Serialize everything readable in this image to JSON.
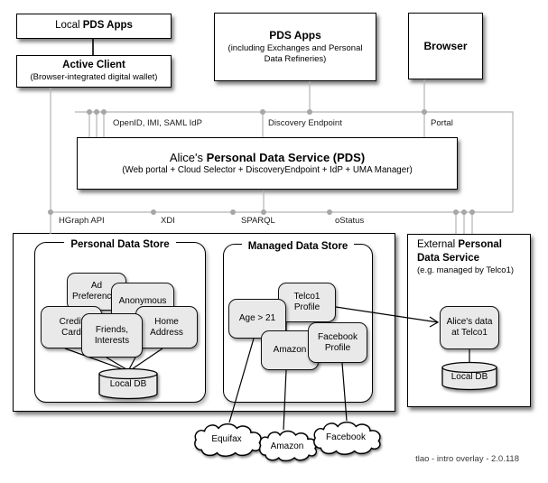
{
  "boxes": {
    "local_pds_apps": {
      "prefix": "Local ",
      "title": "PDS Apps"
    },
    "active_client": {
      "title": "Active Client",
      "subtitle": "(Browser-integrated digital wallet)"
    },
    "pds_apps": {
      "title": "PDS Apps",
      "subtitle": "(including Exchanges and Personal Data Refineries)"
    },
    "browser": {
      "title": "Browser"
    },
    "pds": {
      "prefix": "Alice's ",
      "title": "Personal Data Service (PDS)",
      "subtitle": "(Web portal + Cloud Selector + DiscoveryEndpoint + IdP + UMA Manager)"
    }
  },
  "upper_bus_labels": [
    {
      "text": "OpenID, IMI, SAML IdP"
    },
    {
      "text": "Discovery Endpoint"
    },
    {
      "text": "Portal"
    }
  ],
  "lower_bus_labels": [
    {
      "text": "HGraph API"
    },
    {
      "text": "XDI"
    },
    {
      "text": "SPARQL"
    },
    {
      "text": "oStatus"
    }
  ],
  "personal_store": {
    "title": "Personal Data Store",
    "items": [
      {
        "label": "Ad\nPreferences"
      },
      {
        "label": "Anonymous"
      },
      {
        "label": "Credit\nCard"
      },
      {
        "label": "Friends,\nInterests"
      },
      {
        "label": "Home\nAddress"
      }
    ],
    "db": "Local DB"
  },
  "managed_store": {
    "title": "Managed Data Store",
    "items": [
      {
        "label": "Telco1\nProfile"
      },
      {
        "label": "Age > 21"
      },
      {
        "label": "Amazon"
      },
      {
        "label": "Facebook\nProfile"
      }
    ]
  },
  "external_service": {
    "prefix": "External ",
    "title": "Personal Data Service",
    "subtitle": "(e.g. managed by Telco1)",
    "node": "Alice's data\nat Telco1",
    "db": "Local DB"
  },
  "clouds": [
    {
      "label": "Equifax"
    },
    {
      "label": "Amazon"
    },
    {
      "label": "Facebook"
    }
  ],
  "footer": "tlao - intro overlay - 2.0.118",
  "colors": {
    "bus_line": "#b3b3b3",
    "bus_dot": "#a6a6a6",
    "node_fill": "#e9e9e9"
  }
}
